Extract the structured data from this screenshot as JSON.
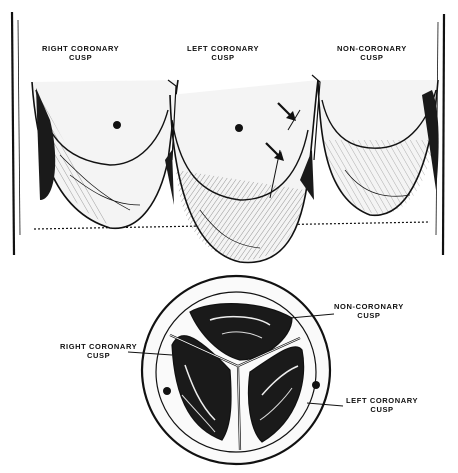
{
  "colors": {
    "ink": "#111111",
    "paper": "#ffffff",
    "shade": "#1a1a1a"
  },
  "top_view": {
    "labels": [
      {
        "id": "right",
        "line1": "RIGHT CORONARY",
        "line2": "CUSP"
      },
      {
        "id": "left",
        "line1": "LEFT CORONARY",
        "line2": "CUSP"
      },
      {
        "id": "non",
        "line1": "NON-CORONARY",
        "line2": "CUSP"
      }
    ]
  },
  "bottom_view": {
    "labels": [
      {
        "id": "non",
        "line1": "NON-CORONARY",
        "line2": "CUSP"
      },
      {
        "id": "right",
        "line1": "RIGHT CORONARY",
        "line2": "CUSP"
      },
      {
        "id": "left",
        "line1": "LEFT CORONARY",
        "line2": "CUSP"
      }
    ]
  }
}
